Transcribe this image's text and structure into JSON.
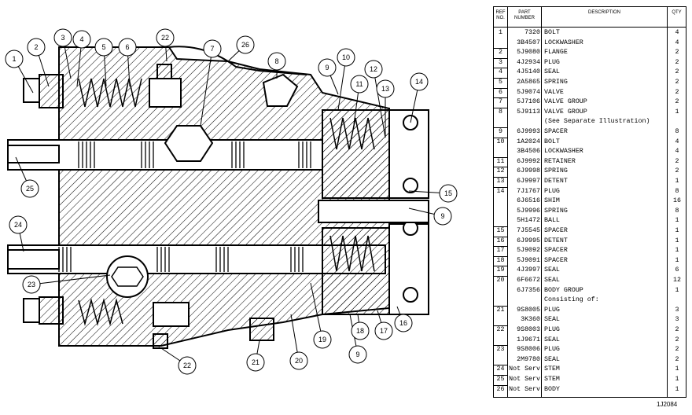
{
  "table": {
    "headers": {
      "ref": "REF NO.",
      "part": "PART NUMBER",
      "description": "DESCRIPTION",
      "qty": "QTY"
    },
    "rows": [
      {
        "ref": "1",
        "part": "7320",
        "desc": "BOLT",
        "qty": "4"
      },
      {
        "ref": "",
        "part": "3B4507",
        "desc": "LOCKWASHER",
        "qty": "4"
      },
      {
        "ref": "2",
        "part": "5J9080",
        "desc": "FLANGE",
        "qty": "2"
      },
      {
        "ref": "3",
        "part": "4J2934",
        "desc": "PLUG",
        "qty": "2"
      },
      {
        "ref": "4",
        "part": "4J5140",
        "desc": "SEAL",
        "qty": "2"
      },
      {
        "ref": "5",
        "part": "2A5865",
        "desc": "SPRING",
        "qty": "2"
      },
      {
        "ref": "6",
        "part": "5J9074",
        "desc": "VALVE",
        "qty": "2"
      },
      {
        "ref": "7",
        "part": "5J7106",
        "desc": "VALVE GROUP",
        "qty": "2"
      },
      {
        "ref": "8",
        "part": "5J9113",
        "desc": "VALVE GROUP",
        "qty": "1"
      },
      {
        "ref": "",
        "part": "",
        "desc": "(See Separate Illustration)",
        "qty": ""
      },
      {
        "ref": "9",
        "part": "6J9993",
        "desc": "SPACER",
        "qty": "8"
      },
      {
        "ref": "10",
        "part": "1A2024",
        "desc": "BOLT",
        "qty": "4"
      },
      {
        "ref": "",
        "part": "3B4506",
        "desc": "LOCKWASHER",
        "qty": "4"
      },
      {
        "ref": "11",
        "part": "6J9992",
        "desc": "RETAINER",
        "qty": "2"
      },
      {
        "ref": "12",
        "part": "6J9998",
        "desc": "SPRING",
        "qty": "2"
      },
      {
        "ref": "13",
        "part": "6J9997",
        "desc": "DETENT",
        "qty": "1"
      },
      {
        "ref": "14",
        "part": "7J1767",
        "desc": "PLUG",
        "qty": "8"
      },
      {
        "ref": "",
        "part": "6J6516",
        "desc": "SHIM",
        "qty": "16"
      },
      {
        "ref": "",
        "part": "5J9996",
        "desc": "SPRING",
        "qty": "8"
      },
      {
        "ref": "",
        "part": "5H1472",
        "desc": "BALL",
        "qty": "1"
      },
      {
        "ref": "15",
        "part": "7J5545",
        "desc": "SPACER",
        "qty": "1"
      },
      {
        "ref": "16",
        "part": "6J9995",
        "desc": "DETENT",
        "qty": "1"
      },
      {
        "ref": "17",
        "part": "5J9092",
        "desc": "SPACER",
        "qty": "1"
      },
      {
        "ref": "18",
        "part": "5J9091",
        "desc": "SPACER",
        "qty": "1"
      },
      {
        "ref": "19",
        "part": "4J3997",
        "desc": "SEAL",
        "qty": "6"
      },
      {
        "ref": "20",
        "part": "6F6672",
        "desc": "SEAL",
        "qty": "12"
      },
      {
        "ref": "",
        "part": "6J7356",
        "desc": "BODY GROUP",
        "qty": "1"
      },
      {
        "ref": "",
        "part": "",
        "desc": "Consisting of:",
        "qty": ""
      },
      {
        "ref": "21",
        "part": "9S8005",
        "desc": "PLUG",
        "qty": "3"
      },
      {
        "ref": "",
        "part": "3K360",
        "desc": "SEAL",
        "qty": "3"
      },
      {
        "ref": "22",
        "part": "9S8003",
        "desc": "PLUG",
        "qty": "2"
      },
      {
        "ref": "",
        "part": "1J9671",
        "desc": "SEAL",
        "qty": "2"
      },
      {
        "ref": "23",
        "part": "9S8006",
        "desc": "PLUG",
        "qty": "2"
      },
      {
        "ref": "",
        "part": "2M9780",
        "desc": "SEAL",
        "qty": "2"
      },
      {
        "ref": "24",
        "part": "Not Serv",
        "desc": "STEM",
        "qty": "1"
      },
      {
        "ref": "25",
        "part": "Not Serv",
        "desc": "STEM",
        "qty": "1"
      },
      {
        "ref": "26",
        "part": "Not Serv",
        "desc": "BODY",
        "qty": "1"
      }
    ]
  },
  "callouts": [
    "1",
    "2",
    "3",
    "4",
    "5",
    "6",
    "22",
    "26",
    "7",
    "8",
    "9",
    "10",
    "11",
    "12",
    "13",
    "14",
    "25",
    "15",
    "9",
    "24",
    "23",
    "22",
    "21",
    "20",
    "9",
    "19",
    "18",
    "17",
    "16"
  ],
  "figure_id": "1J2084"
}
